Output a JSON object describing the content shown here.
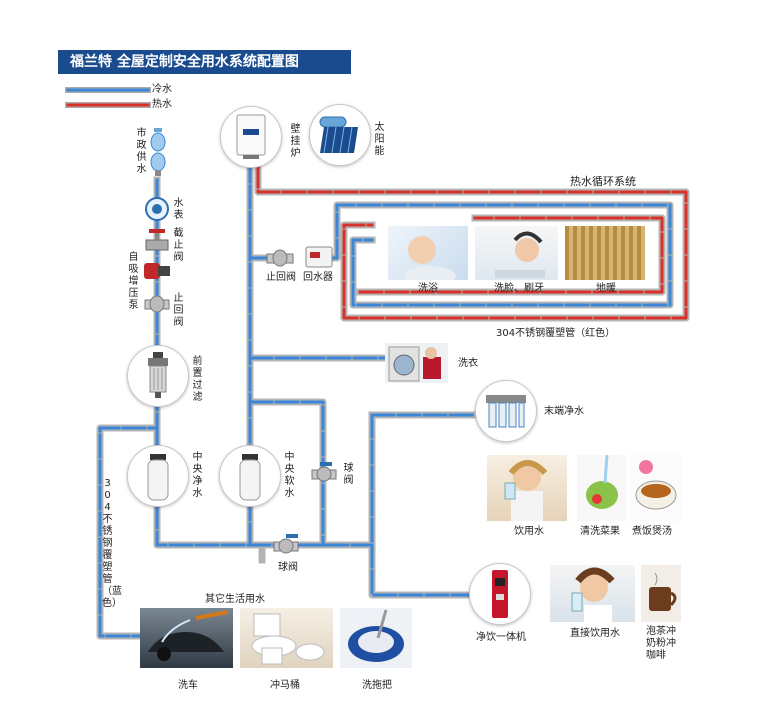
{
  "title": "福兰特 全屋定制安全用水系统配置图",
  "legend": {
    "cold": "冷水",
    "hot": "热水"
  },
  "colors": {
    "cold": "#3a86d8",
    "hot": "#d9302a",
    "title_bg": "#1b4b8f"
  },
  "devices": {
    "municipal": "市政供水",
    "water_meter": "水表",
    "stop_valve": "截止阀",
    "booster_pump": "自吸增压泵",
    "check_valve_left": "止回阀",
    "prefilter": "前置过滤",
    "central_purifier": "中央净水",
    "central_softener": "中央软水",
    "ball_valve_right": "球阀",
    "ball_valve_bottom": "球阀",
    "wall_boiler": "壁挂炉",
    "solar": "太阳能",
    "check_valve_mid": "止回阀",
    "return_device": "回水器",
    "pipe_blue": "304不锈钢覆塑管（蓝色）",
    "pipe_red": "304不锈钢覆塑管（红色）",
    "hot_loop": "热水循环系统",
    "end_purifier": "末端净水",
    "dispenser": "净饮一体机"
  },
  "uses": {
    "bath": "洗浴",
    "wash_face": "洗脸、刷牙",
    "floor_heating": "地暖",
    "laundry": "洗衣",
    "drinking": "饮用水",
    "wash_veg": "清洗菜果",
    "cooking": "煮饭煲汤",
    "direct_drink": "直接饮用水",
    "tea": "泡茶冲奶粉冲咖啡",
    "other_title": "其它生活用水",
    "car_wash": "洗车",
    "toilet": "冲马桶",
    "mop": "洗拖把"
  }
}
